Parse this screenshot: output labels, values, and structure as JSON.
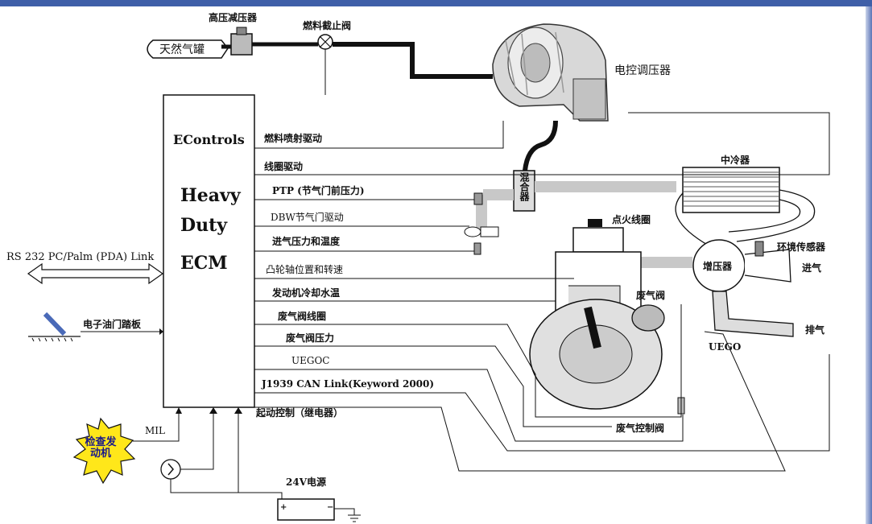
{
  "components": {
    "gas_tank": "天然气罐",
    "hp_reducer": "高压减压器",
    "shutoff_valve": "燃料截止阀",
    "regulator": "电控调压器",
    "mixer": "混合器",
    "intercooler": "中冷器",
    "ignition_coil": "点火线圈",
    "ambient_sensor": "环境传感器",
    "turbo": "增压器",
    "intake": "进气",
    "wastegate": "废气阀",
    "exhaust": "排气",
    "uego": "UEGO",
    "wastegate_control": "废气控制阀",
    "pedal": "电子油门踏板",
    "check_engine": "检查发动机",
    "mil": "MIL",
    "battery": "24V电源"
  },
  "ecm": {
    "brand": "EControls",
    "line1": "Heavy",
    "line2": "Duty",
    "line3": "ECM"
  },
  "rs232": "RS 232 PC/Palm (PDA) Link",
  "signals": [
    "燃料喷射驱动",
    "线圈驱动",
    "PTP (节气门前压力)",
    "DBW节气门驱动",
    "进气压力和温度",
    "凸轮轴位置和转速",
    "发动机冷却水温",
    "废气阀线圈",
    "废气阀压力",
    "UEGOC",
    "J1939 CAN Link(Keyword 2000)",
    "起动控制（继电器）"
  ],
  "colors": {
    "topbar": "#3f5fa8",
    "line": "#111111",
    "pipe": "#c8c8c8"
  }
}
